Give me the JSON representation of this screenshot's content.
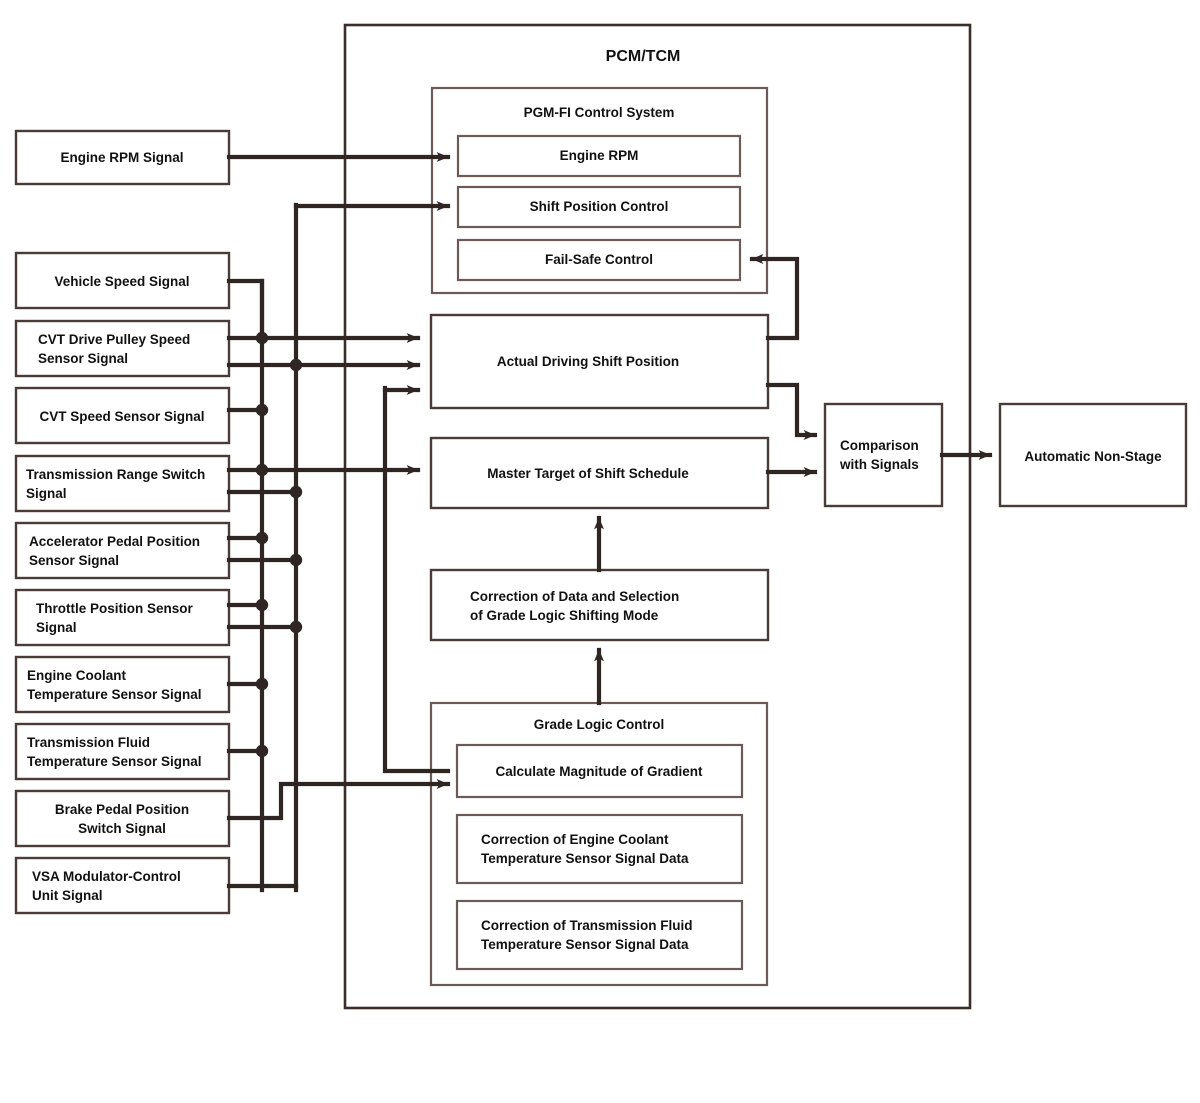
{
  "diagram": {
    "title": "PCM/TCM",
    "inputs": [
      {
        "id": "engine-rpm-signal",
        "label": "Engine RPM Signal",
        "align": "center"
      },
      {
        "id": "vehicle-speed-signal",
        "label": "Vehicle Speed Signal",
        "align": "center"
      },
      {
        "id": "cvt-drive-pulley-speed-sensor-signal",
        "line1": "CVT Drive Pulley Speed",
        "line2": "Sensor Signal",
        "align": "left"
      },
      {
        "id": "cvt-speed-sensor-signal",
        "label": "CVT Speed Sensor Signal",
        "align": "center"
      },
      {
        "id": "transmission-range-switch-signal",
        "line1": "Transmission Range Switch",
        "line2": "Signal",
        "align": "left"
      },
      {
        "id": "accelerator-pedal-position-sensor-signal",
        "line1": "Accelerator Pedal Position",
        "line2": "Sensor Signal",
        "align": "left"
      },
      {
        "id": "throttle-position-sensor-signal",
        "line1": "Throttle Position Sensor",
        "line2": "Signal",
        "align": "left"
      },
      {
        "id": "engine-coolant-temperature-sensor-signal",
        "line1": "Engine Coolant",
        "line2": "Temperature Sensor Signal",
        "align": "left"
      },
      {
        "id": "transmission-fluid-temperature-sensor-signal",
        "line1": "Transmission Fluid",
        "line2": "Temperature Sensor Signal",
        "align": "left"
      },
      {
        "id": "brake-pedal-position-switch-signal",
        "line1": "Brake Pedal Position",
        "line2": "Switch Signal",
        "align": "center"
      },
      {
        "id": "vsa-modulator-control-unit-signal",
        "line1": "VSA Modulator-Control",
        "line2": "Unit Signal",
        "align": "left"
      }
    ],
    "pgmfi": {
      "title": "PGM-FI Control System",
      "items": [
        {
          "id": "engine-rpm",
          "label": "Engine RPM"
        },
        {
          "id": "shift-position-control",
          "label": "Shift Position Control"
        },
        {
          "id": "fail-safe-control",
          "label": "Fail-Safe Control"
        }
      ]
    },
    "process": [
      {
        "id": "actual-driving-shift-position",
        "label": "Actual Driving Shift Position"
      },
      {
        "id": "master-target-of-shift-schedule",
        "label": "Master Target of Shift Schedule"
      }
    ],
    "correction": {
      "id": "correction-of-data-and-selection",
      "line1": "Correction of Data and Selection",
      "line2": "of Grade Logic Shifting Mode"
    },
    "grade_logic": {
      "title": "Grade Logic Control",
      "items": [
        {
          "id": "calculate-magnitude-of-gradient",
          "line1": "Calculate Magnitude of Gradient",
          "line2": "",
          "align": "center"
        },
        {
          "id": "correction-of-engine-coolant-temperature-sensor-signal-data",
          "line1": "Correction of Engine Coolant",
          "line2": "Temperature Sensor Signal Data",
          "align": "left"
        },
        {
          "id": "correction-of-transmission-fluid-temperature-sensor-signal-data",
          "line1": "Correction of Transmission Fluid",
          "line2": "Temperature Sensor Signal Data",
          "align": "left"
        }
      ]
    },
    "outputs": [
      {
        "id": "comparison-with-signals",
        "line1": "Comparison",
        "line2": "with Signals",
        "align": "left"
      },
      {
        "id": "automatic-non-stage",
        "label": "Automatic Non-Stage",
        "align": "center"
      }
    ],
    "colors": {
      "wire": "#2f2523",
      "box_border": "#4a3b38",
      "group_border": "#6b5a56",
      "background": "#ffffff",
      "text": "#111111"
    }
  }
}
